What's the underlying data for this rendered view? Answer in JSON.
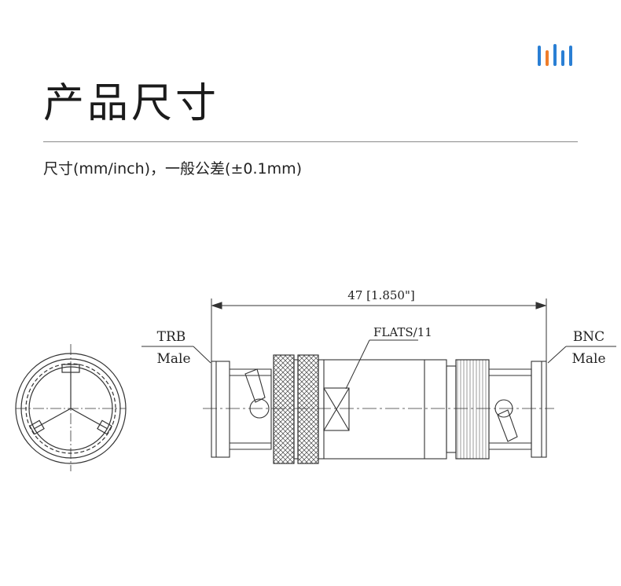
{
  "header": {
    "title": "产品尺寸",
    "subtitle": "尺寸(mm/inch)，一般公差(±0.1mm)",
    "logo_colors": [
      "#2a7fd4",
      "#ef7d2a",
      "#2a7fd4",
      "#2a7fd4",
      "#2a7fd4"
    ]
  },
  "drawing": {
    "overall_length": "47 [1.850\"]",
    "flats_label": "FLATS/11",
    "left_connector": {
      "line1": "TRB",
      "line2": "Male"
    },
    "right_connector": {
      "line1": "BNC",
      "line2": "Male"
    },
    "line_color": "#333333"
  }
}
